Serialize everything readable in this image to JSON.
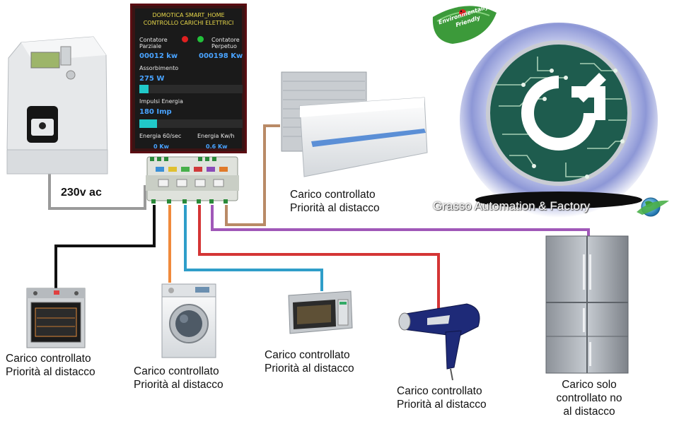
{
  "display": {
    "title_line1": "DOMOTICA SMART_HOME",
    "title_line2": "CONTROLLO CARICHI ELETTRICI",
    "partial_label_1": "Contatore",
    "partial_label_2": "Parziale",
    "perpetual_label_1": "Contatore",
    "perpetual_label_2": "Perpetuo",
    "partial_value": "00012 kw",
    "perpetual_value": "000198 Kw",
    "absorption_label": "Assorbimento",
    "absorption_value": "275 W",
    "absorption_level": 0.09,
    "impulses_label": "Impulsi Energia",
    "impulses_value": "180 Imp",
    "impulses_level": 0.17,
    "energy_sec_label": "Energia 60/sec",
    "energy_sec_value": "0 Kw",
    "energy_h_label": "Energia Kw/h",
    "energy_h_value": "0.6 Kw",
    "led_colors": [
      "#e02020",
      "#22c03a"
    ]
  },
  "supply_label": "230v ac",
  "brand": "Grasso Automation & Factory",
  "badge_line1": "Environmentally",
  "badge_line2": "Friendly",
  "loads": {
    "air_conditioner": {
      "line1": "Carico controllato",
      "line2": "Priorità al distacco"
    },
    "oven": {
      "line1": "Carico controllato",
      "line2": "Priorità al distacco"
    },
    "washer": {
      "line1": "Carico controllato",
      "line2": "Priorità al distacco"
    },
    "microwave": {
      "line1": "Carico controllato",
      "line2": "Priorità al distacco"
    },
    "hair_dryer": {
      "line1": "Carico controllato",
      "line2": "Priorità al distacco"
    },
    "fridge": {
      "line1": "Carico solo",
      "line2": "controllato no",
      "line3": "al distacco"
    }
  },
  "wire_colors": {
    "supply": "#9a9a9a",
    "oven": "#111111",
    "washer": "#f08a3c",
    "microwave": "#2f9ec9",
    "hair_dryer": "#d43535",
    "fridge": "#a058b8",
    "air_conditioner": "#b98a66"
  },
  "icons": [
    "energy-meter-icon",
    "controller-module-icon",
    "air-conditioner-icon",
    "oven-icon",
    "washing-machine-icon",
    "microwave-icon",
    "hair-dryer-icon",
    "refrigerator-icon",
    "circuit-logo-icon",
    "globe-icon",
    "leaf-badge-icon"
  ]
}
